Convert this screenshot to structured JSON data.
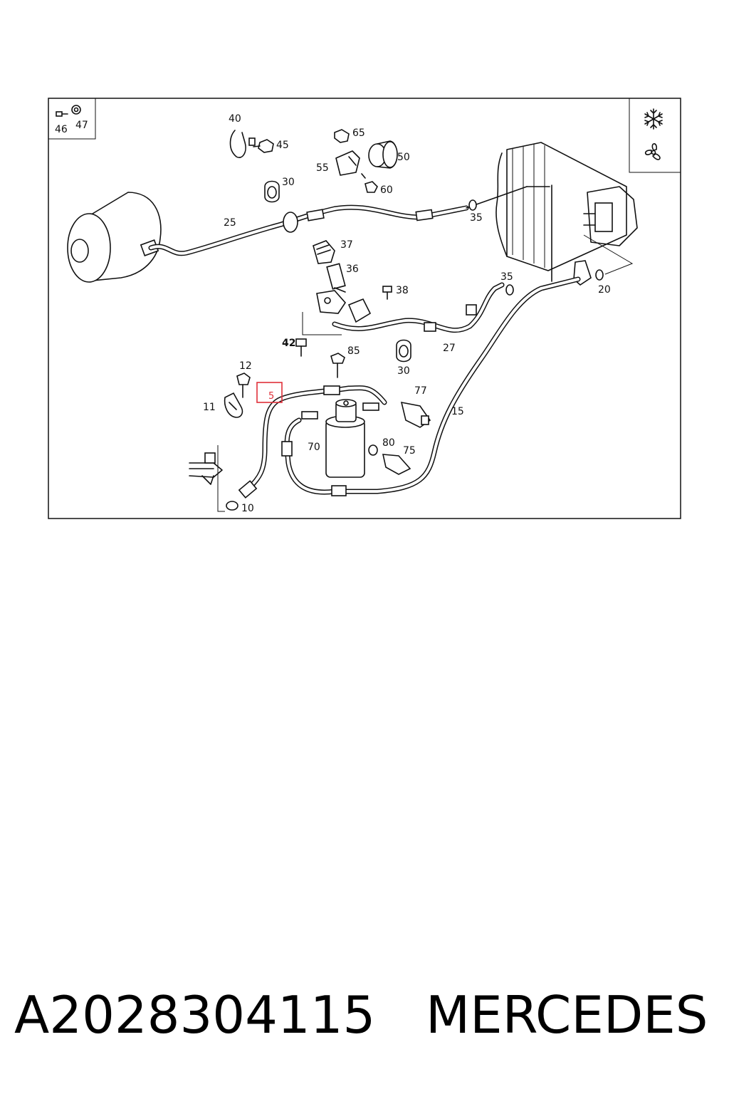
{
  "diagram": {
    "inset_callouts": [
      "46",
      "47"
    ],
    "callouts": {
      "c40": "40",
      "c45": "45",
      "c65": "65",
      "c50": "50",
      "c55": "55",
      "c60": "60",
      "c30a": "30",
      "c25": "25",
      "c35a": "35",
      "c37": "37",
      "c36": "36",
      "c38": "38",
      "c35b": "35",
      "c20": "20",
      "c42": "42",
      "c85": "85",
      "c30b": "30",
      "c27": "27",
      "c12": "12",
      "c5": "5",
      "c77": "77",
      "c11": "11",
      "c15": "15",
      "c70": "70",
      "c80": "80",
      "c75": "75",
      "c10": "10"
    },
    "highlighted_callout": "5",
    "highlight_color": "#e0303a",
    "icons": [
      "snowflake-icon",
      "fan-icon"
    ]
  },
  "caption": {
    "part_number": "A2028304115",
    "brand": "MERCEDES"
  }
}
